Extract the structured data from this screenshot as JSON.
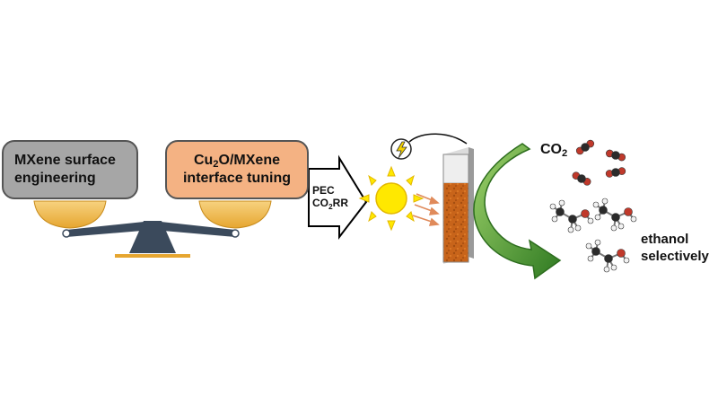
{
  "balance": {
    "left_box": {
      "line1": "MXene surface",
      "line2": "engineering"
    },
    "right_box": {
      "prefix": "Cu",
      "subscript": "2",
      "suffix": "O/MXene",
      "line2": "interface tuning"
    }
  },
  "process_arrow": {
    "line1": "PEC",
    "line2_prefix": "CO",
    "line2_subscript": "2",
    "line2_suffix": "RR"
  },
  "reactant": {
    "prefix": "CO",
    "subscript": "2"
  },
  "product": {
    "line1": "ethanol",
    "line2": "selectively"
  },
  "colors": {
    "left_box": "#a6a6a6",
    "right_box": "#f4b283",
    "beam": "#3b4a5c",
    "pan": "#f3c162",
    "sun": "#ffe800",
    "electrode": "#c8641a",
    "curved_arrow": "#5fa93a",
    "carbon": "#2b2b2b",
    "oxygen": "#c0392b",
    "hydrogen": "#f2f2f2"
  },
  "icons": [
    "balance-scale-icon",
    "sun-icon",
    "light-bulb-icon",
    "electrode-icon",
    "curved-arrow-icon",
    "co2-molecule-icon",
    "ethanol-molecule-icon"
  ]
}
